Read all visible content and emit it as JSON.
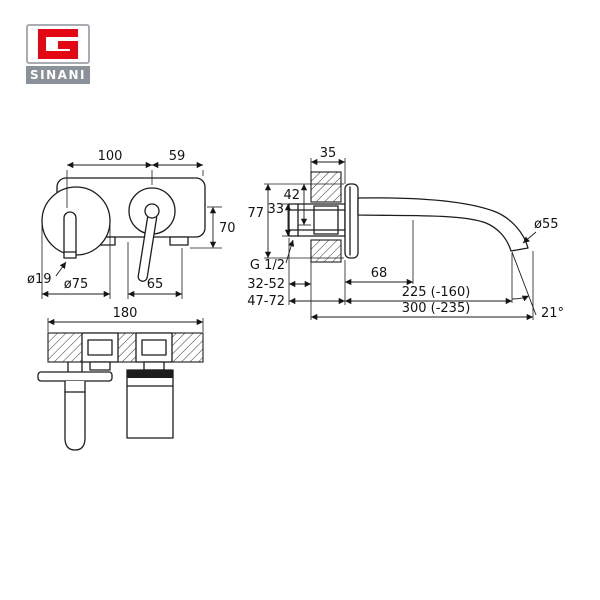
{
  "logo": {
    "brand": "SINANI"
  },
  "front_view": {
    "width_left": "100",
    "width_right": "59",
    "height": "70",
    "spout_diameter": "ø19",
    "rosette_diameter": "ø75",
    "handle_offset": "65"
  },
  "plan_view": {
    "total_width": "180"
  },
  "side_view": {
    "wall_thickness": "35",
    "dim_42": "42",
    "dim_33": "33",
    "dim_77": "77",
    "thread": "G 1/2",
    "depth_range_short": "32-52",
    "depth_range_long": "47-72",
    "dim_68": "68",
    "reach": "225 (-160)",
    "reach_long": "300 (-235)",
    "outlet_diameter": "ø55",
    "spray_angle": "21°"
  }
}
